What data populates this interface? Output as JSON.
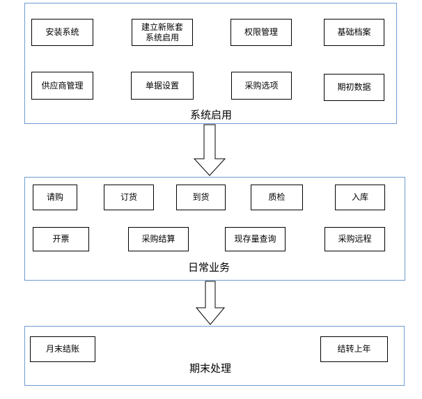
{
  "sections": [
    {
      "title": "系统启用",
      "items": [
        {
          "label": "安装系统"
        },
        {
          "label": "建立新账套",
          "label2": "系统启用"
        },
        {
          "label": "权限管理"
        },
        {
          "label": "基础档案"
        },
        {
          "label": "供应商管理"
        },
        {
          "label": "单据设置"
        },
        {
          "label": "采购选项"
        },
        {
          "label": "期初数据"
        }
      ]
    },
    {
      "title": "日常业务",
      "items": [
        {
          "label": "请购"
        },
        {
          "label": "订货"
        },
        {
          "label": "到货"
        },
        {
          "label": "质检"
        },
        {
          "label": "入库"
        },
        {
          "label": "开票"
        },
        {
          "label": "采购结算"
        },
        {
          "label": "现存量查询"
        },
        {
          "label": "采购远程"
        }
      ]
    },
    {
      "title": "期末处理",
      "items": [
        {
          "label": "月末结账"
        },
        {
          "label": "结转上年"
        }
      ]
    }
  ],
  "colors": {
    "panel_border": "#6e9bd0",
    "box_border": "#000000"
  }
}
